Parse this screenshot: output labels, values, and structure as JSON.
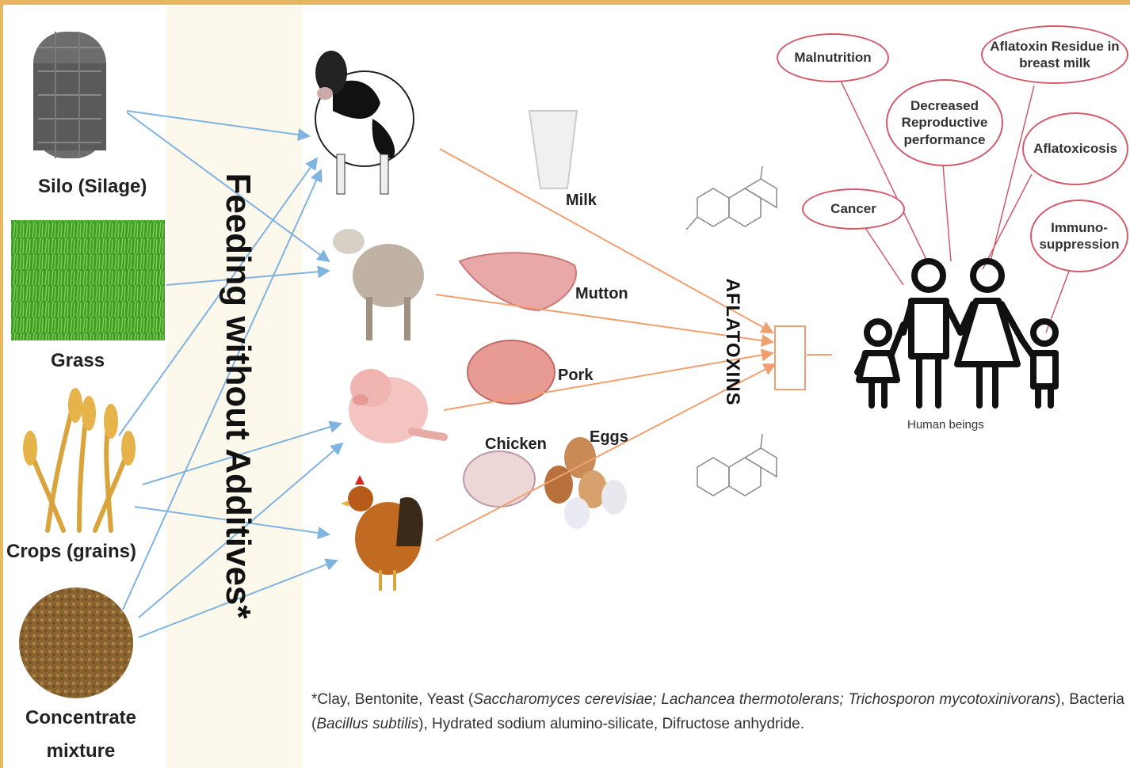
{
  "title": "Feeding without Additives*",
  "sources": [
    {
      "label": "Silo (Silage)"
    },
    {
      "label": "Grass"
    },
    {
      "label": "Crops (grains)"
    },
    {
      "label": "Concentrate mixture"
    }
  ],
  "animals": [
    "cow",
    "sheep",
    "pig",
    "chicken"
  ],
  "products": [
    {
      "label": "Milk"
    },
    {
      "label": "Mutton"
    },
    {
      "label": "Pork"
    },
    {
      "label": "Chicken"
    },
    {
      "label": "Eggs"
    }
  ],
  "toxin_label": "AFLATOXINS",
  "effects": [
    {
      "label": "Malnutrition"
    },
    {
      "label": "Aflatoxin Residue in breast milk"
    },
    {
      "label": "Decreased Reproductive performance"
    },
    {
      "label": "Aflatoxicosis"
    },
    {
      "label": "Cancer"
    },
    {
      "label": "Immuno-suppression"
    }
  ],
  "human_caption": "Human beings",
  "footnote": {
    "p1": "*Clay, Bentonite, Yeast (",
    "i1": "Saccharomyces cerevisiae; Lachancea thermotolerans; Trichosporon mycotoxinivorans",
    "p2": "), Bacteria (",
    "i2": "Bacillus subtilis",
    "p3": "), Hydrated sodium alumino-silicate, Difructose anhydride."
  },
  "colors": {
    "feed_arrow": "#7fb3e0",
    "toxin_arrow": "#f0a070",
    "effect_border": "#d25a6a",
    "frame": "#e8b560"
  }
}
